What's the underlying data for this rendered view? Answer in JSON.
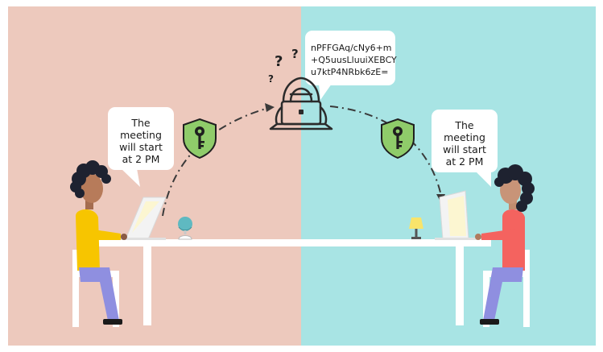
{
  "left_message": {
    "lines": [
      "The",
      "meeting",
      "will start",
      "at 2 PM"
    ]
  },
  "right_message": {
    "lines": [
      "The",
      "meeting",
      "will start",
      "at 2 PM"
    ]
  },
  "ciphertext": {
    "lines": [
      "nPFFGAq/cNy6+m",
      "+Q5uusLluuiXEBCY",
      "u7ktP4NRbk6zE="
    ]
  },
  "hacker_symbols": [
    "?",
    "?",
    "?"
  ],
  "colors": {
    "left_background": "#edc9bd",
    "right_background": "#a8e4e4",
    "key_shield": "#8fcc6a",
    "sender_shirt": "#f7c500",
    "receiver_shirt": "#f4635f",
    "pants": "#8f8fe0",
    "hair": "#1e2230",
    "arrow": "#3a3a3a"
  },
  "icons": [
    "key-shield-icon",
    "hacker-laptop-icon",
    "laptop-icon",
    "globe-icon",
    "lamp-icon",
    "coffee-cup-icon"
  ]
}
